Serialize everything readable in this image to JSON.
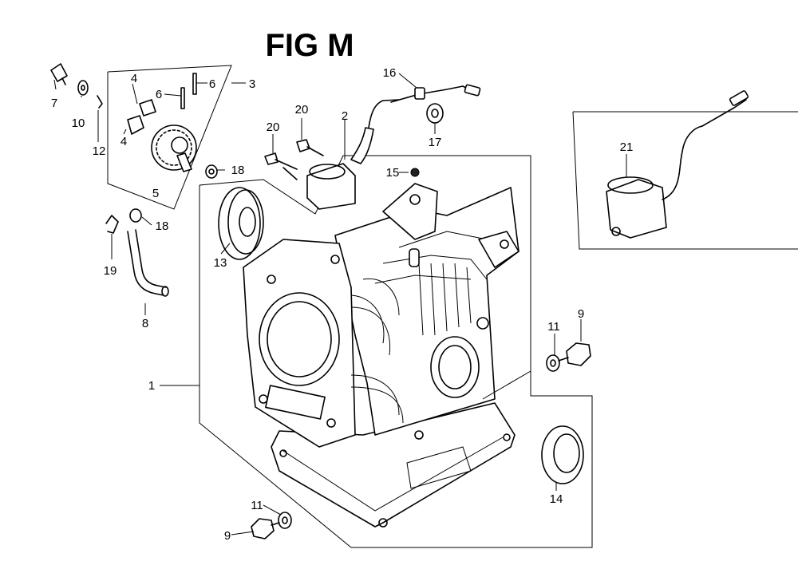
{
  "figure": {
    "title": "FIG M"
  },
  "callouts": [
    {
      "id": "c1",
      "label": "1"
    },
    {
      "id": "c2",
      "label": "2"
    },
    {
      "id": "c3",
      "label": "3"
    },
    {
      "id": "c4a",
      "label": "4"
    },
    {
      "id": "c4b",
      "label": "4"
    },
    {
      "id": "c5",
      "label": "5"
    },
    {
      "id": "c6a",
      "label": "6"
    },
    {
      "id": "c6b",
      "label": "6"
    },
    {
      "id": "c7",
      "label": "7"
    },
    {
      "id": "c8",
      "label": "8"
    },
    {
      "id": "c9a",
      "label": "9"
    },
    {
      "id": "c9b",
      "label": "9"
    },
    {
      "id": "c10",
      "label": "10"
    },
    {
      "id": "c11a",
      "label": "11"
    },
    {
      "id": "c11b",
      "label": "11"
    },
    {
      "id": "c12",
      "label": "12"
    },
    {
      "id": "c13",
      "label": "13"
    },
    {
      "id": "c14",
      "label": "14"
    },
    {
      "id": "c15",
      "label": "15"
    },
    {
      "id": "c16",
      "label": "16"
    },
    {
      "id": "c17",
      "label": "17"
    },
    {
      "id": "c18a",
      "label": "18"
    },
    {
      "id": "c18b",
      "label": "18"
    },
    {
      "id": "c19",
      "label": "19"
    },
    {
      "id": "c20a",
      "label": "20"
    },
    {
      "id": "c20b",
      "label": "20"
    },
    {
      "id": "c21",
      "label": "21"
    }
  ]
}
